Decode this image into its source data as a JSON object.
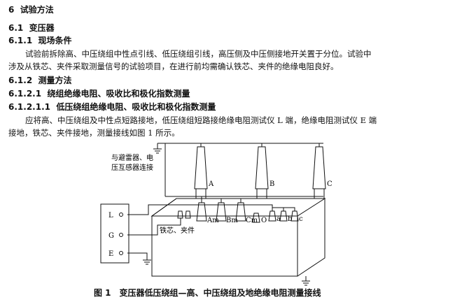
{
  "sec6": {
    "num": "6",
    "title": "试验方法"
  },
  "sec61": {
    "num": "6.1",
    "title": "变压器"
  },
  "sec611": {
    "num": "6.1.1",
    "title": "现场条件"
  },
  "para1": {
    "line1": "试验前拆除高、中压绕组中性点引线、低压绕组引线，高压侧及中压侧接地开关置于分位。试验中",
    "line2": "涉及从铁芯、夹件采取测量信号的试验项目，在进行前均需确认铁芯、夹件的绝缘电阻良好。"
  },
  "sec612": {
    "num": "6.1.2",
    "title": "测量方法"
  },
  "sec6121": {
    "num": "6.1.2.1",
    "title": "绕组绝缘电阻、吸收比和极化指数测量"
  },
  "sec61211": {
    "num": "6.1.2.1.1",
    "title": "低压绕组绝缘电阻、吸收比和极化指数测量"
  },
  "para2": {
    "line1": "应将高、中压绕组及中性点短路接地，低压绕组短路接绝缘电阻测试仪 L 端，绝缘电阻测试仪 E 端",
    "line2": "接地，铁芯、夹件接地，测量接线如图 1 所示。"
  },
  "figure": {
    "note_line1": "与避雷器、电",
    "note_line2": "压互感器连接",
    "bushing_a": "A",
    "bushing_b": "B",
    "bushing_c": "C",
    "bushing_am": "Am",
    "bushing_bm": "Bm",
    "bushing_cm": "Cm",
    "bushing_o": "O",
    "bushing_la": "a",
    "bushing_lb": "b",
    "bushing_lc": "c",
    "core_label": "铁芯、夹件",
    "term_l": "L",
    "term_g": "G",
    "term_e": "E",
    "caption": "图 1　变压器低压绕组—高、中压绕组及地绝缘电阻测量接线"
  }
}
